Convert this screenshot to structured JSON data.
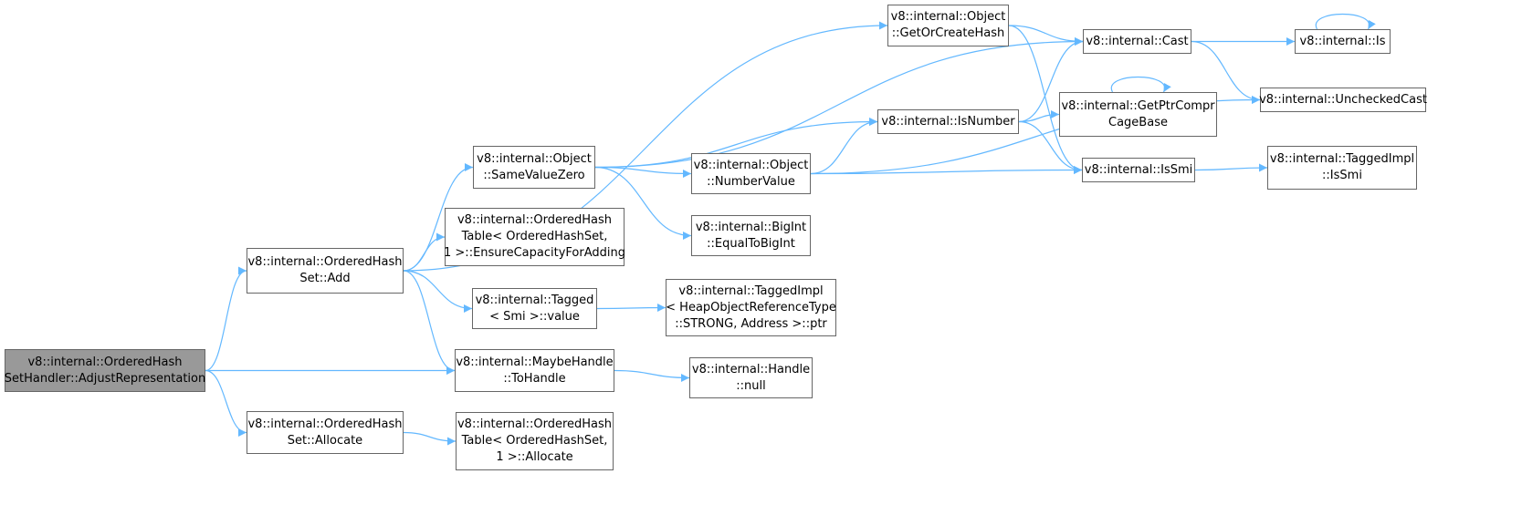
{
  "graph": {
    "edge_color": "#63b8ff",
    "root_fill": "#999999",
    "nodes": [
      {
        "id": "root",
        "lines": [
          "v8::internal::OrderedHash",
          "SetHandler::AdjustRepresentation"
        ],
        "root": true
      },
      {
        "id": "add",
        "lines": [
          "v8::internal::OrderedHash",
          "Set::Add"
        ]
      },
      {
        "id": "allocate_set",
        "lines": [
          "v8::internal::OrderedHash",
          "Set::Allocate"
        ]
      },
      {
        "id": "to_handle",
        "lines": [
          "v8::internal::MaybeHandle",
          "::ToHandle"
        ]
      },
      {
        "id": "same_value_zero",
        "lines": [
          "v8::internal::Object",
          "::SameValueZero"
        ]
      },
      {
        "id": "ensure_capacity",
        "lines": [
          "v8::internal::OrderedHash",
          "Table< OrderedHashSet,",
          " 1 >::EnsureCapacityForAdding"
        ]
      },
      {
        "id": "tagged_value",
        "lines": [
          "v8::internal::Tagged",
          "< Smi >::value"
        ]
      },
      {
        "id": "table_allocate",
        "lines": [
          "v8::internal::OrderedHash",
          "Table< OrderedHashSet,",
          " 1 >::Allocate"
        ]
      },
      {
        "id": "get_or_create_hash",
        "lines": [
          "v8::internal::Object",
          "::GetOrCreateHash"
        ]
      },
      {
        "id": "number_value",
        "lines": [
          "v8::internal::Object",
          "::NumberValue"
        ]
      },
      {
        "id": "big_int",
        "lines": [
          "v8::internal::BigInt",
          "::EqualToBigInt"
        ]
      },
      {
        "id": "tagged_impl_ptr",
        "lines": [
          "v8::internal::TaggedImpl",
          "< HeapObjectReferenceType",
          "::STRONG, Address >::ptr"
        ]
      },
      {
        "id": "handle_null",
        "lines": [
          "v8::internal::Handle",
          "::null"
        ]
      },
      {
        "id": "is_number",
        "lines": [
          "v8::internal::IsNumber"
        ]
      },
      {
        "id": "cast",
        "lines": [
          "v8::internal::Cast"
        ]
      },
      {
        "id": "get_ptr_compr",
        "lines": [
          "v8::internal::GetPtrCompr",
          "CageBase"
        ]
      },
      {
        "id": "is_smi",
        "lines": [
          "v8::internal::IsSmi"
        ]
      },
      {
        "id": "is",
        "lines": [
          "v8::internal::Is"
        ]
      },
      {
        "id": "unchecked_cast",
        "lines": [
          "v8::internal::UncheckedCast"
        ]
      },
      {
        "id": "tagged_impl_is_smi",
        "lines": [
          "v8::internal::TaggedImpl",
          "::IsSmi"
        ]
      }
    ],
    "edges": [
      [
        "root",
        "add"
      ],
      [
        "root",
        "to_handle"
      ],
      [
        "root",
        "allocate_set"
      ],
      [
        "add",
        "get_or_create_hash"
      ],
      [
        "add",
        "same_value_zero"
      ],
      [
        "add",
        "ensure_capacity"
      ],
      [
        "add",
        "tagged_value"
      ],
      [
        "add",
        "to_handle"
      ],
      [
        "allocate_set",
        "table_allocate"
      ],
      [
        "to_handle",
        "handle_null"
      ],
      [
        "tagged_value",
        "tagged_impl_ptr"
      ],
      [
        "same_value_zero",
        "cast"
      ],
      [
        "same_value_zero",
        "is_number"
      ],
      [
        "same_value_zero",
        "number_value"
      ],
      [
        "same_value_zero",
        "big_int"
      ],
      [
        "get_or_create_hash",
        "cast"
      ],
      [
        "get_or_create_hash",
        "is_smi"
      ],
      [
        "number_value",
        "is_number"
      ],
      [
        "number_value",
        "is_smi"
      ],
      [
        "number_value",
        "unchecked_cast"
      ],
      [
        "is_number",
        "cast"
      ],
      [
        "is_number",
        "get_ptr_compr"
      ],
      [
        "is_number",
        "is_smi"
      ],
      [
        "get_ptr_compr",
        "get_ptr_compr"
      ],
      [
        "cast",
        "is"
      ],
      [
        "cast",
        "unchecked_cast"
      ],
      [
        "is",
        "is"
      ],
      [
        "is_smi",
        "tagged_impl_is_smi"
      ]
    ]
  }
}
